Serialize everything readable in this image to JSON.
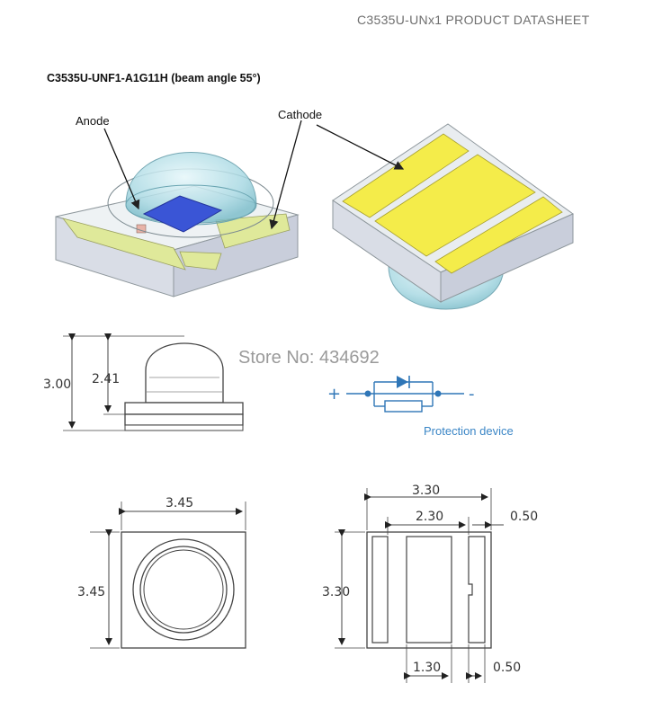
{
  "header": {
    "title": "C3535U-UNx1 PRODUCT DATASHEET"
  },
  "part": {
    "title": "C3535U-UNF1-A1G11H (beam angle 55°)"
  },
  "callouts": {
    "anode": "Anode",
    "cathode": "Cathode"
  },
  "watermark": {
    "store": "Store No: 434692"
  },
  "circuit": {
    "plus": "+",
    "minus": "-",
    "caption": "Protection device"
  },
  "dimensions": {
    "side_height": "3.00",
    "side_lens_height": "2.41",
    "top_width": "3.45",
    "top_height": "3.45",
    "bottom_width": "3.30",
    "bottom_pad_width": "2.30",
    "bottom_gap_top": "0.50",
    "bottom_height": "3.30",
    "bottom_pad_small": "1.30",
    "bottom_gap_bottom": "0.50"
  },
  "colors": {
    "pad_yellow": "#f4ec4a",
    "die_blue": "#3a55d6",
    "lens_cyan": "#bfe6ee",
    "circuit_blue": "#2f76b7"
  }
}
